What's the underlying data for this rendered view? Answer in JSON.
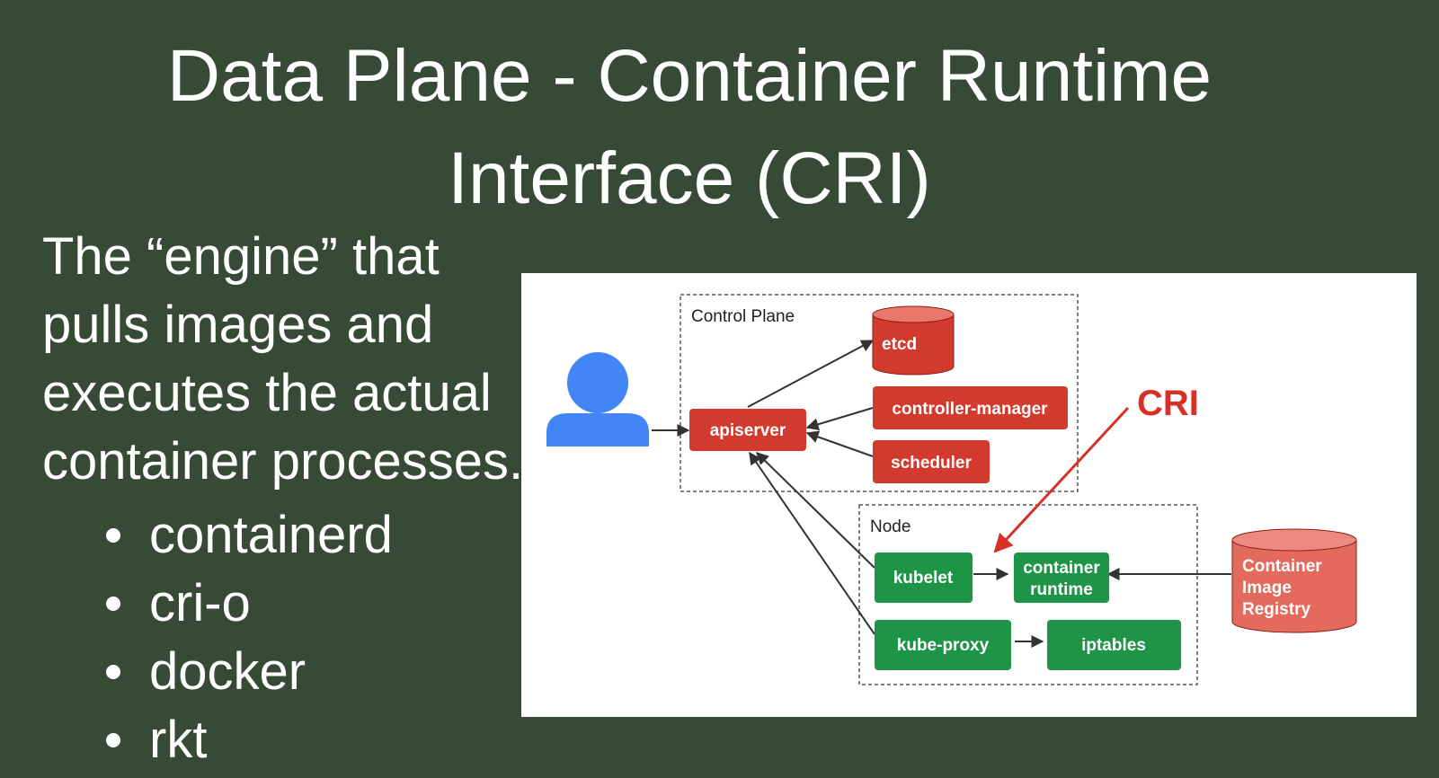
{
  "title": {
    "line1": "Data Plane - Container Runtime",
    "line2": "Interface (CRI)"
  },
  "body": {
    "lines": [
      "The “engine” that",
      "pulls images and",
      "executes the actual",
      "container processes."
    ],
    "bullets": [
      "containerd",
      "cri-o",
      "docker",
      "rkt"
    ]
  },
  "diagram": {
    "control_plane_label": "Control Plane",
    "node_label": "Node",
    "cri_label": "CRI",
    "components": {
      "etcd": "etcd",
      "apiserver": "apiserver",
      "controller_manager": "controller-manager",
      "scheduler": "scheduler",
      "kubelet": "kubelet",
      "container_runtime_line1": "container",
      "container_runtime_line2": "runtime",
      "kube_proxy": "kube-proxy",
      "iptables": "iptables",
      "registry_line1": "Container",
      "registry_line2": "Image",
      "registry_line3": "Registry"
    },
    "colors": {
      "red": "#d23a2e",
      "salmon": "#e46a5e",
      "green": "#1e9446",
      "user_blue": "#4285f4",
      "cri_red": "#d93025"
    }
  }
}
